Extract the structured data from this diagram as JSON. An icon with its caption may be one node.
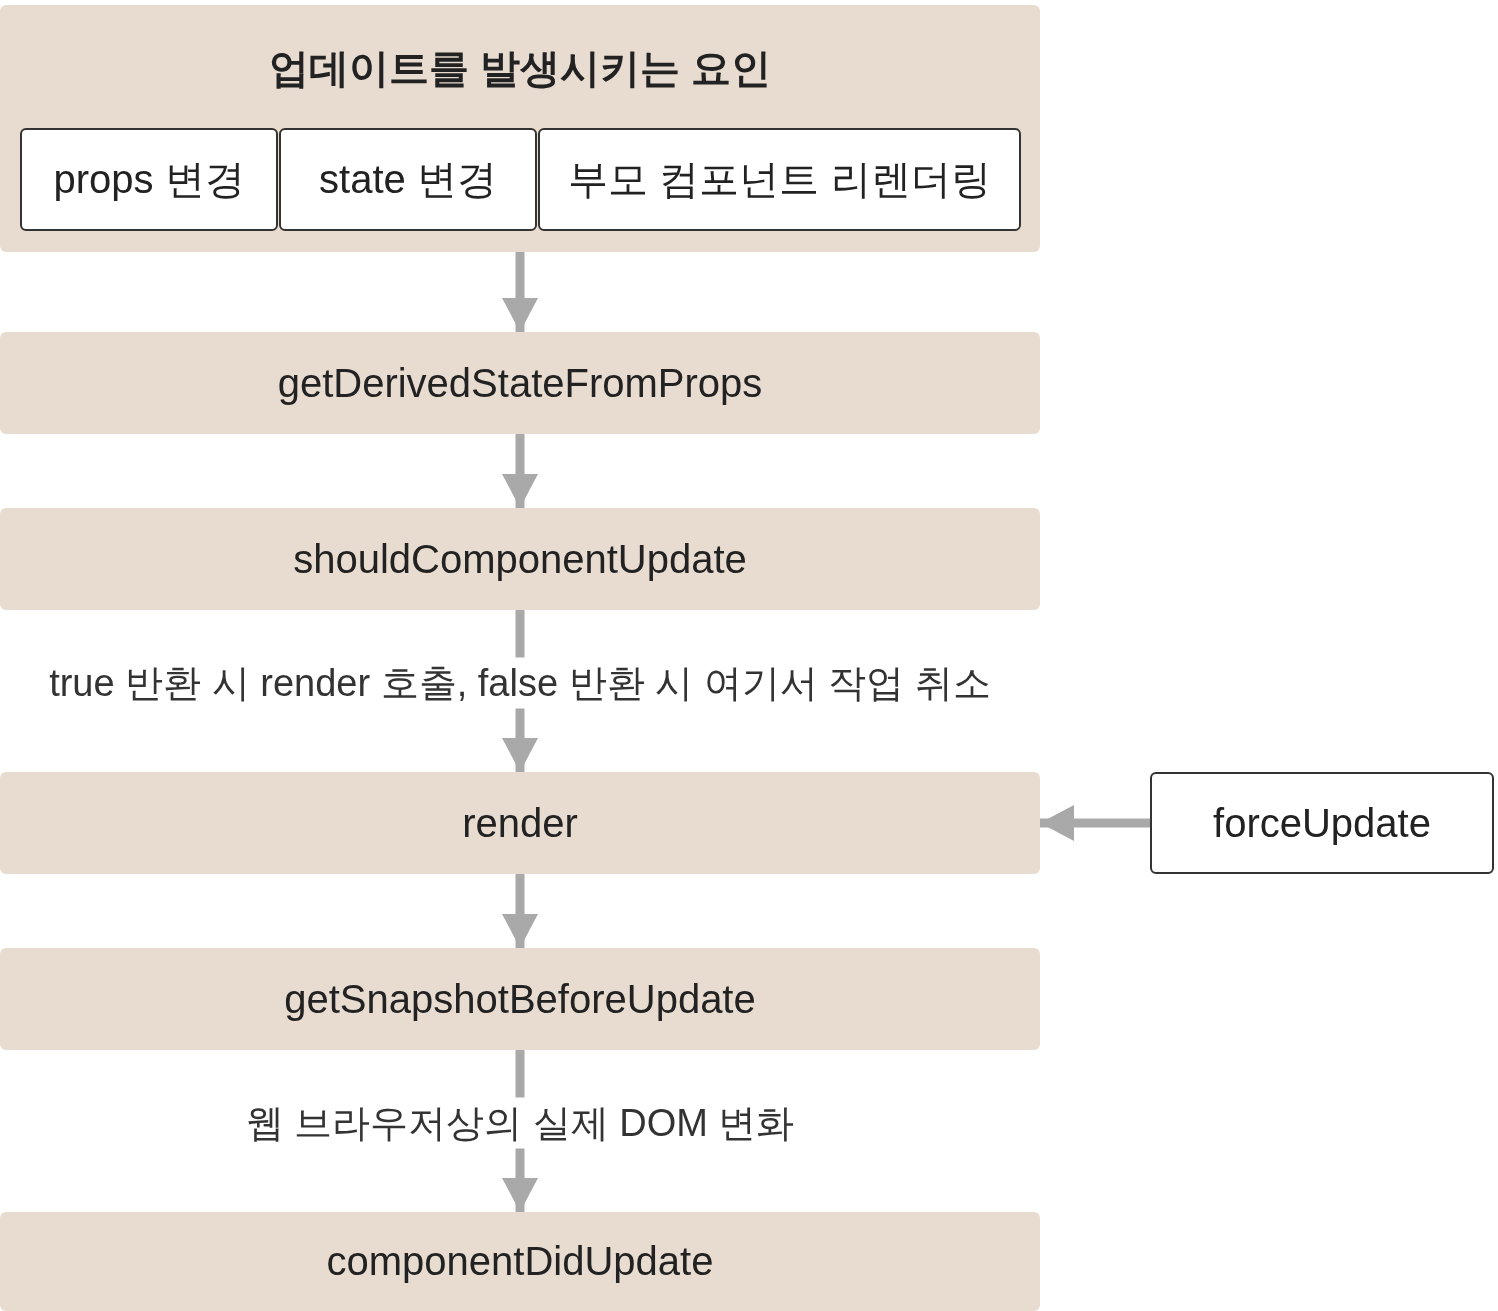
{
  "diagram": {
    "nodes": [
      {
        "text": [
          "업데이트를 발생시키는 요인"
        ]
      },
      {
        "text": [
          "props 변경"
        ],
        "in": 0
      },
      {
        "text": [
          "state 변경"
        ],
        "in": 0
      },
      {
        "text": [
          "부모 컴포넌트 리렌더링"
        ],
        "in": 0
      },
      {
        "text": [
          "getDerivedStateFromProps"
        ]
      },
      {
        "text": [
          "shouldComponentUpdate"
        ]
      },
      {
        "text": [
          "render"
        ]
      },
      {
        "text": [
          "forceUpdate"
        ]
      },
      {
        "text": [
          "getSnapshotBeforeUpdate"
        ]
      },
      {
        "text": [
          "componentDidUpdate"
        ]
      }
    ],
    "edges": [
      {
        "from": 0,
        "to": 4,
        "arrow": "to"
      },
      {
        "from": 4,
        "to": 5,
        "arrow": "to"
      },
      {
        "from": 5,
        "to": 6,
        "arrow": "to",
        "label": "true 반환 시 render 호출, false 반환 시 여기서 작업 취소"
      },
      {
        "from": 7,
        "to": 6,
        "arrow": "to"
      },
      {
        "from": 6,
        "to": 8,
        "arrow": "to"
      },
      {
        "from": 8,
        "to": 9,
        "arrow": "to",
        "label": "웹 브라우저상의 실제 DOM 변화"
      }
    ]
  }
}
